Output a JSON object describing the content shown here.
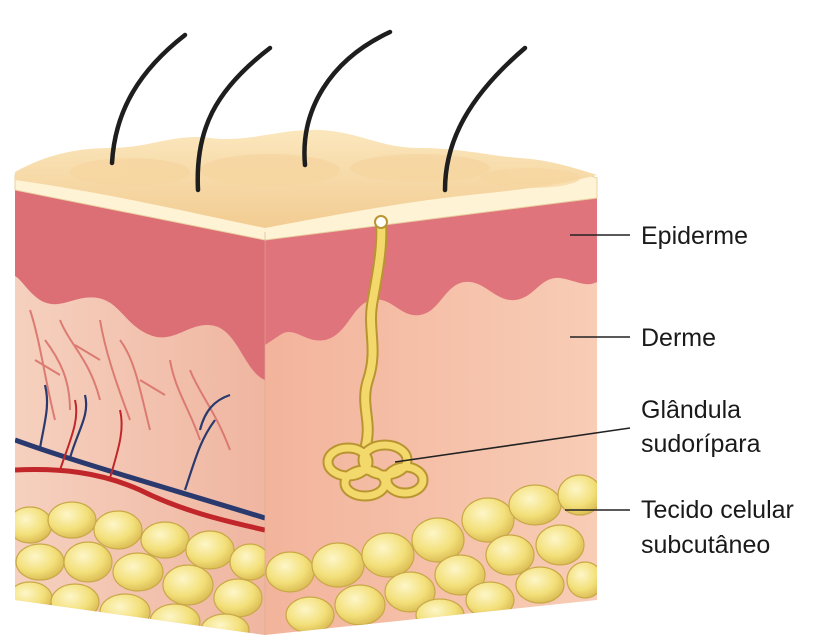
{
  "labels": {
    "epiderme": "Epiderme",
    "derme": "Derme",
    "glandula_line1": "Glândula",
    "glandula_line2": "sudorípara",
    "tecido_line1": "Tecido celular",
    "tecido_line2": "subcutâneo"
  },
  "colors": {
    "epidermis": "#d96a72",
    "epidermis_front": "#e07a80",
    "dermis": "#f2b49a",
    "dermis_front": "#f6c2aa",
    "surface": "#f7dba8",
    "stratum_corneum": "#fff6dc",
    "fat": "#f3e07a",
    "fat_highlight": "#fbf0b0",
    "hair": "#222222",
    "gland": "#f0d060",
    "artery": "#c0262a",
    "vein": "#2a3a6e",
    "capillary": "#d8706a"
  }
}
